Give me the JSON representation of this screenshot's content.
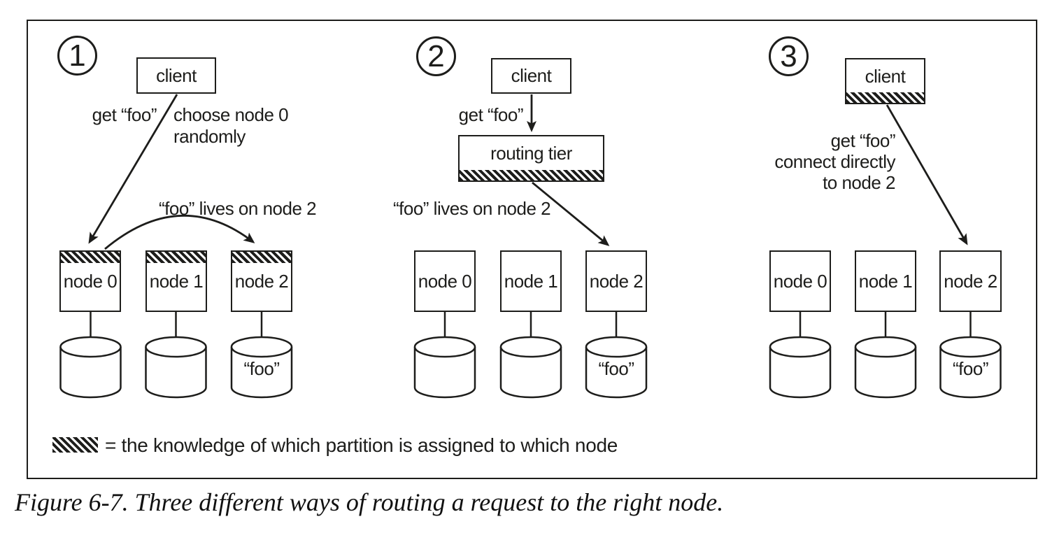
{
  "caption": "Figure 6-7. Three different ways of routing a request to the right node.",
  "legend": {
    "text": "= the knowledge of which partition is assigned to which node"
  },
  "colors": {
    "ink": "#1d1d1b",
    "background": "#ffffff"
  },
  "panels": [
    {
      "number": "1",
      "client_label": "client",
      "ann_get": "get “foo”",
      "ann_choose_line1": "choose node 0",
      "ann_choose_line2": "randomly",
      "ann_lives": "“foo” lives on node 2",
      "nodes": [
        {
          "label": "node 0"
        },
        {
          "label": "node 1"
        },
        {
          "label": "node 2",
          "db_label": "“foo”"
        }
      ]
    },
    {
      "number": "2",
      "client_label": "client",
      "ann_get": "get “foo”",
      "routing_tier_label": "routing tier",
      "ann_lives": "“foo” lives on node 2",
      "nodes": [
        {
          "label": "node 0"
        },
        {
          "label": "node 1"
        },
        {
          "label": "node 2",
          "db_label": "“foo”"
        }
      ]
    },
    {
      "number": "3",
      "client_label": "client",
      "ann_line1": "get “foo”",
      "ann_line2": "connect directly",
      "ann_line3": "to node 2",
      "nodes": [
        {
          "label": "node 0"
        },
        {
          "label": "node 1"
        },
        {
          "label": "node 2",
          "db_label": "“foo”"
        }
      ]
    }
  ]
}
